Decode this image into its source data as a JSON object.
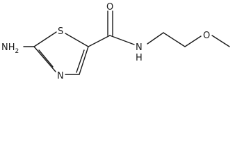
{
  "molecule": {
    "atoms": {
      "nh2": "NH",
      "nh2_subscript": "2",
      "s": "S",
      "n_ring": "N",
      "o": "O",
      "nh_amide": "N",
      "nh_amide_h": "H",
      "o_ether": "O"
    },
    "colors": {
      "bond": "#1a1a1a",
      "label": "#1a1a1a",
      "background": "#ffffff"
    }
  }
}
